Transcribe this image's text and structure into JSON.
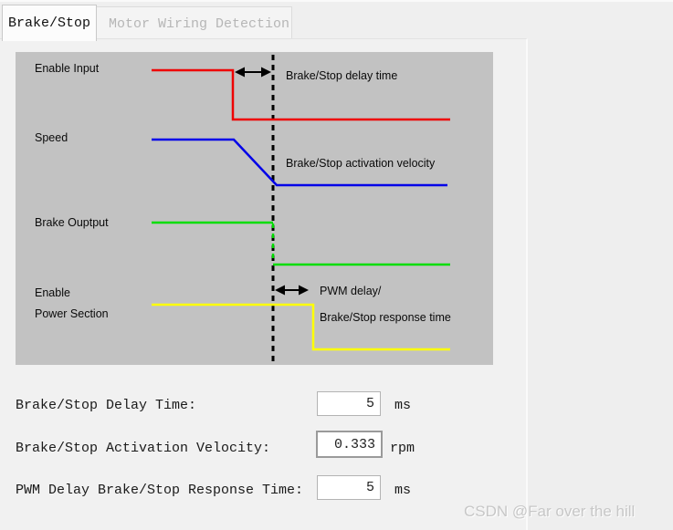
{
  "tabs": [
    {
      "label": "Brake/Stop",
      "active": true
    },
    {
      "label": "Motor Wiring Detection",
      "active": false
    }
  ],
  "diagram": {
    "labels": {
      "enable_input": "Enable Input",
      "speed": "Speed",
      "brake_output": "Brake Ouptput",
      "enable_power_line1": "Enable",
      "enable_power_line2": "Power Section"
    },
    "annotations": {
      "delay_time": "Brake/Stop delay time",
      "activation_velocity": "Brake/Stop activation velocity",
      "pwm_delay": "PWM delay/",
      "response_time": "Brake/Stop response time"
    },
    "colors": {
      "enable_input": "#ee0000",
      "speed": "#0000e8",
      "brake_output": "#00dd00",
      "enable_power": "#ffff00",
      "timeline": "#000000",
      "background": "#c2c2c2"
    }
  },
  "form": {
    "fields": [
      {
        "label": "Brake/Stop Delay Time:",
        "value": "5",
        "unit": "ms"
      },
      {
        "label": "Brake/Stop Activation Velocity:",
        "value": "0.333",
        "unit": "rpm"
      },
      {
        "label": "PWM Delay Brake/Stop Response Time:",
        "value": "5",
        "unit": "ms"
      }
    ]
  },
  "watermark": "CSDN @Far over the hill"
}
